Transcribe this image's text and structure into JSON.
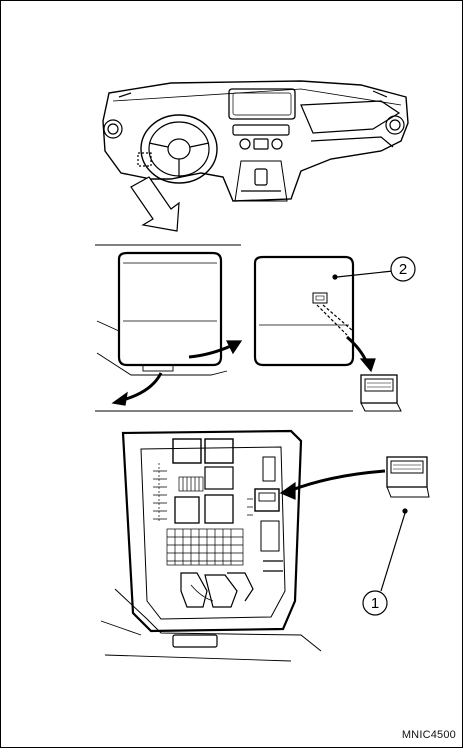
{
  "figure": {
    "code": "MNIC4500",
    "callouts": [
      {
        "number": "1"
      },
      {
        "number": "2"
      }
    ]
  },
  "colors": {
    "line": "#000000",
    "shade": "#bfbfbf",
    "background": "#ffffff"
  }
}
